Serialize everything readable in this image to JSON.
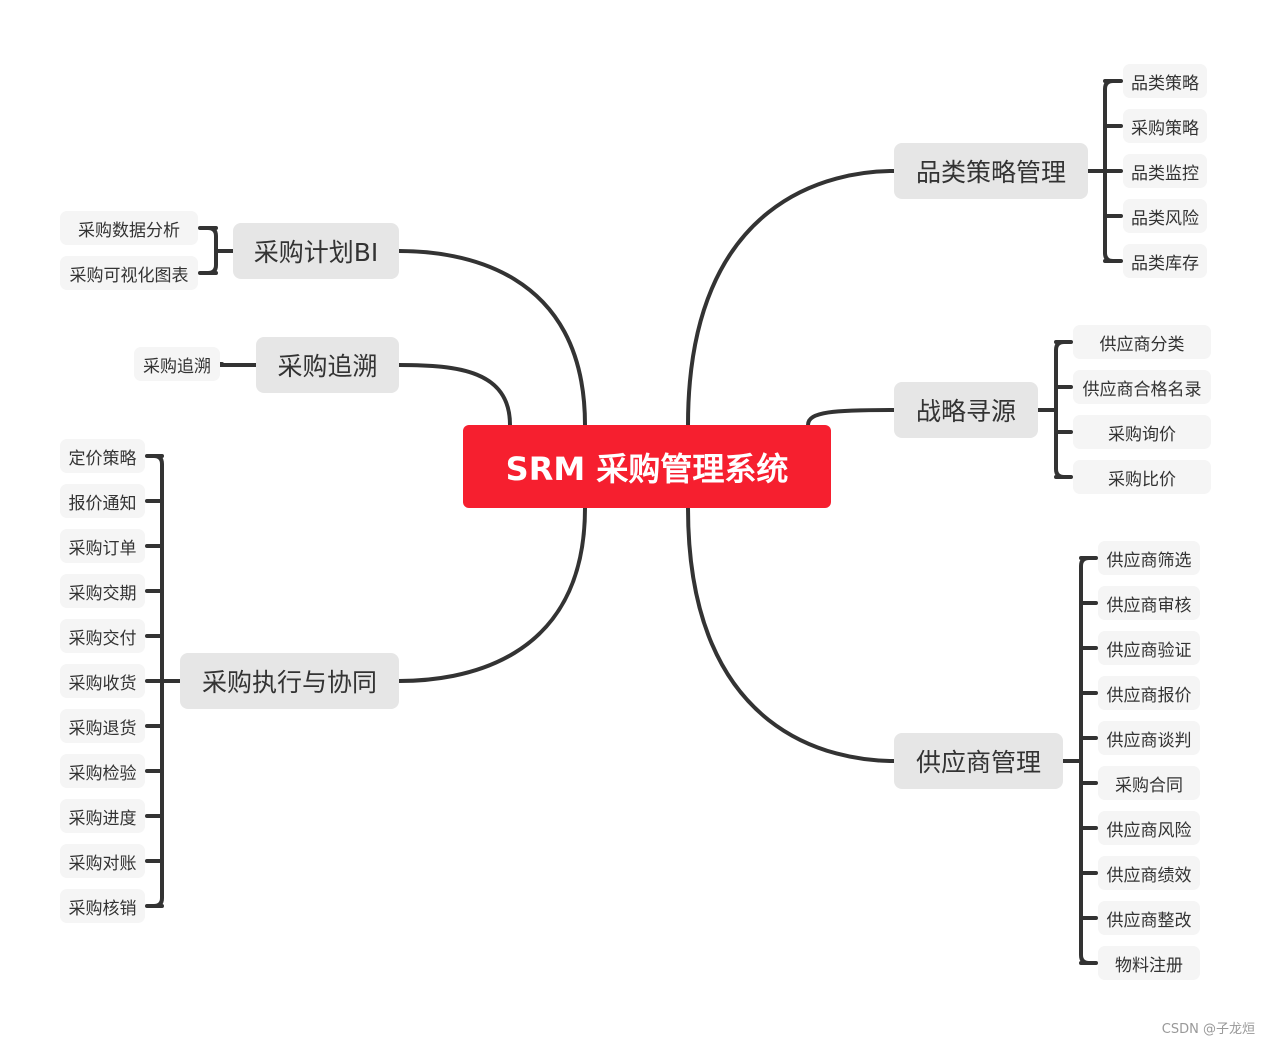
{
  "root": {
    "label": "SRM 采购管理系统",
    "color": "#f61f2f"
  },
  "branches": [
    {
      "id": "category",
      "label": "品类策略管理",
      "side": "right",
      "children": [
        "品类策略",
        "采购策略",
        "品类监控",
        "品类风险",
        "品类库存"
      ]
    },
    {
      "id": "sourcing",
      "label": "战略寻源",
      "side": "right",
      "children": [
        "供应商分类",
        "供应商合格名录",
        "采购询价",
        "采购比价"
      ]
    },
    {
      "id": "supplier",
      "label": "供应商管理",
      "side": "right",
      "children": [
        "供应商筛选",
        "供应商审核",
        "供应商验证",
        "供应商报价",
        "供应商谈判",
        "采购合同",
        "供应商风险",
        "供应商绩效",
        "供应商整改",
        "物料注册"
      ]
    },
    {
      "id": "bi",
      "label": "采购计划BI",
      "side": "left",
      "children": [
        "采购数据分析",
        "采购可视化图表"
      ]
    },
    {
      "id": "trace",
      "label": "采购追溯",
      "side": "left",
      "children": [
        "采购追溯"
      ]
    },
    {
      "id": "exec",
      "label": "采购执行与协同",
      "side": "left",
      "children": [
        "定价策略",
        "报价通知",
        "采购订单",
        "采购交期",
        "采购交付",
        "采购收货",
        "采购退货",
        "采购检验",
        "采购进度",
        "采购对账",
        "采购核销"
      ]
    }
  ],
  "watermark": "CSDN @子龙烜",
  "colors": {
    "line": "#333333",
    "main_bg": "#e6e6e6",
    "sub_bg": "#f5f5f5",
    "text": "#333333"
  }
}
